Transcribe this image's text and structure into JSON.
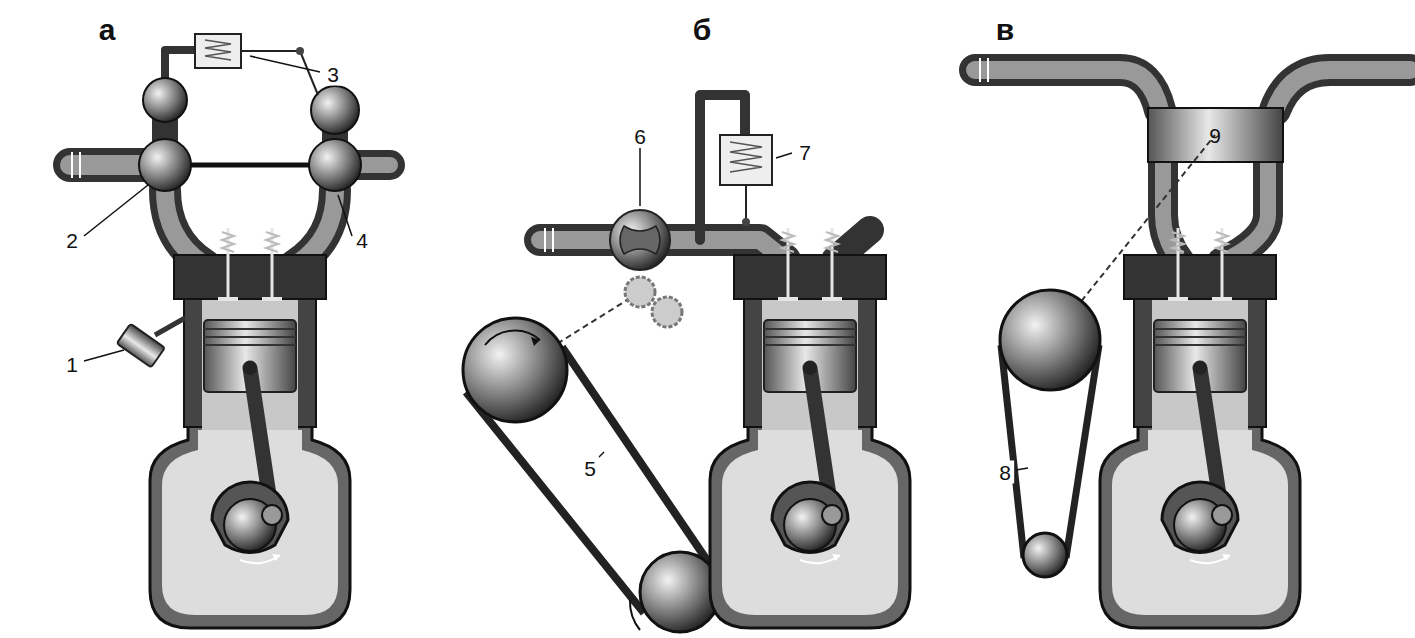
{
  "diagram": {
    "labels": [
      "а",
      "б",
      "в",
      "1",
      "2",
      "3",
      "4",
      "5",
      "6",
      "7",
      "8",
      "9"
    ]
  }
}
